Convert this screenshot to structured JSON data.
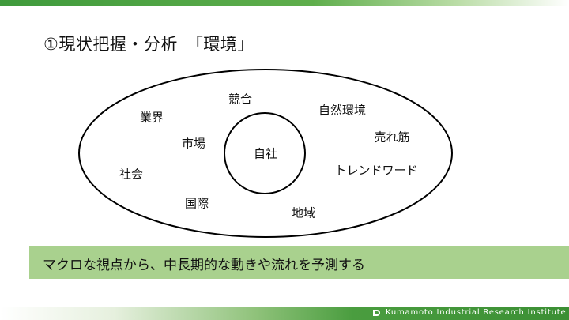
{
  "title": "①現状把握・分析　「環境」",
  "diagram": {
    "center": "自社",
    "factors": {
      "kyougou": "競合",
      "gyoukai": "業界",
      "shizen": "自然環境",
      "urekisuji": "売れ筋",
      "shijou": "市場",
      "shakai": "社会",
      "trend": "トレンドワード",
      "kokusai": "国際",
      "chiiki": "地域"
    }
  },
  "banner": "マクロな視点から、中長期的な動きや流れを予測する",
  "footer": "Kumamoto Industrial Research Institute"
}
